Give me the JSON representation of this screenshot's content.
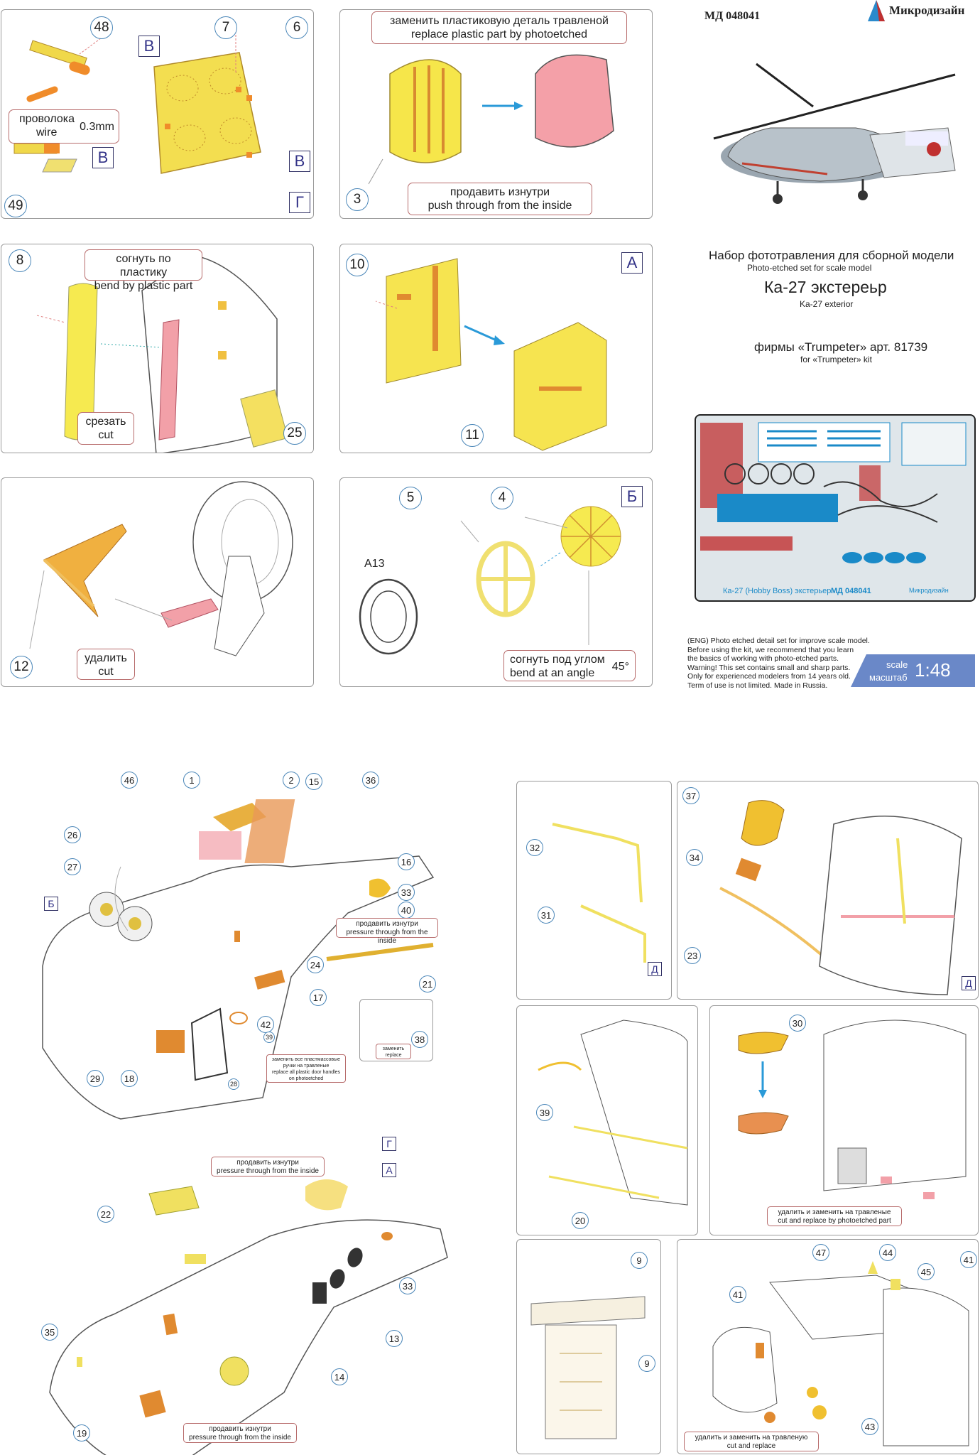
{
  "header": {
    "code": "МД 048041",
    "brand": "Микродизайн",
    "title_ru": "Набор фототравления для сборной модели",
    "title_en": "Photo-etched set for scale model",
    "product_ru": "Ка-27 экстереьр",
    "product_en": "Ka-27 exterior",
    "kit_ru": "фирмы «Trumpeter» арт. 81739",
    "kit_en": "for «Trumpeter» kit"
  },
  "fret": {
    "caption": "Ка-27 (Hobby Boss) экстерьер",
    "code": "МД 048041",
    "brand": "Микродизайн"
  },
  "warning": {
    "line1": "(ENG) Photo etched detail set for improve scale model.",
    "line2": "Before using the kit, we recommend that you learn",
    "line3": "the basics of working with photo-etched parts.",
    "line4": "Warning! This set contains small and sharp parts.",
    "line5": "Only for experienced modelers from 14 years old.",
    "line6": "Term of use is not limited. Made in Russia."
  },
  "scale": {
    "label_en": "scale",
    "label_ru": "масштаб",
    "value": "1:48"
  },
  "panel1": {
    "n48": "48",
    "n7": "7",
    "n6": "6",
    "n49": "49",
    "l1": "В",
    "l2": "В",
    "l3": "В",
    "l4": "Г",
    "wire_ru": "проволока",
    "wire_en": "wire",
    "wire_size": "0.3mm"
  },
  "panel2": {
    "replace_ru": "заменить пластиковую деталь травленой",
    "replace_en": "replace plastic part by photoetched",
    "push_ru": "продавить изнутри",
    "push_en": "push through from the inside",
    "n3": "3"
  },
  "panel3": {
    "n8": "8",
    "n25": "25",
    "bend_ru": "согнуть по пластику",
    "bend_en": "bend by plastic part",
    "cut_ru": "срезать",
    "cut_en": "cut"
  },
  "panel4": {
    "n10": "10",
    "n11": "11",
    "letter": "А"
  },
  "panel5": {
    "n12": "12",
    "remove_ru": "удалить",
    "remove_en": "cut"
  },
  "panel6": {
    "n5": "5",
    "n4": "4",
    "letter": "Б",
    "a13": "A13",
    "bend_ru": "согнуть под углом",
    "bend_en": "bend at an angle",
    "angle": "45°"
  },
  "main1": {
    "nums": [
      "46",
      "1",
      "2",
      "15",
      "36",
      "26",
      "27",
      "16",
      "33",
      "40",
      "24",
      "21",
      "17",
      "42",
      "39",
      "38",
      "29",
      "18",
      "28"
    ],
    "letter": "Б",
    "push_ru": "продавить изнутри",
    "push_en": "pressure through from the inside",
    "replace_ru": "заменить",
    "replace_en": "replace",
    "handles_ru": "заменить все пластмассовые",
    "handles_ru2": "ручки на травленые",
    "handles_en": "replace all plastic door handles",
    "handles_en2": "on photoetched"
  },
  "main2": {
    "nums": [
      "22",
      "33",
      "13",
      "35",
      "14",
      "19"
    ],
    "letter_g": "Г",
    "letter_a": "А",
    "push1_ru": "продавить изнутри",
    "push1_en": "pressure through from the inside",
    "push2_ru": "продавить изнутри",
    "push2_en": "pressure through from the inside"
  },
  "sub1": {
    "n32": "32",
    "n31": "31",
    "letter": "Д"
  },
  "sub2": {
    "n37": "37",
    "n34": "34",
    "n23": "23",
    "letter": "Д"
  },
  "sub3": {
    "n39": "39",
    "n20": "20"
  },
  "sub4": {
    "n30": "30",
    "cut_ru": "удалить и заменить на травленые",
    "cut_en": "cut and replace by photoetched part"
  },
  "sub5": {
    "n9a": "9",
    "n9b": "9"
  },
  "sub6": {
    "n47": "47",
    "n44": "44",
    "n45": "45",
    "n41a": "41",
    "n41b": "41",
    "n43": "43",
    "cut_ru": "удалить и заменить на травленую",
    "cut_en": "cut and replace"
  }
}
